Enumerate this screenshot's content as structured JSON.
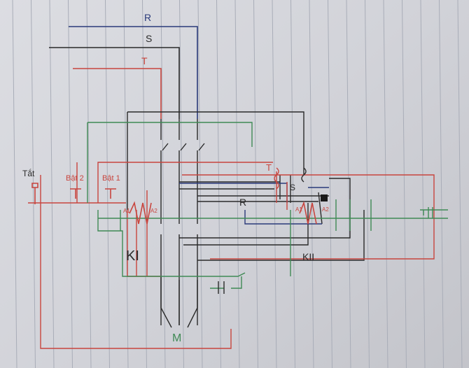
{
  "colors": {
    "red": "#c8453e",
    "blue": "#2a3a7a",
    "black": "#2a2a2a",
    "green": "#3f8a55",
    "paper_line": "#a9adb8"
  },
  "labels": {
    "phase_r": "R",
    "phase_s": "S",
    "phase_t": "T",
    "stop_button": "Tắt",
    "start_button_2": "Bật 2",
    "start_button_1": "Bật 1",
    "contactor_1": "KI",
    "contactor_2": "KII",
    "coil_a1": "A1",
    "coil_a2": "A2",
    "coil2_a1": "A1",
    "coil2_a2": "A2",
    "relay_r": "R",
    "relay_s": "S",
    "relay_t": "T",
    "motor": "M"
  }
}
